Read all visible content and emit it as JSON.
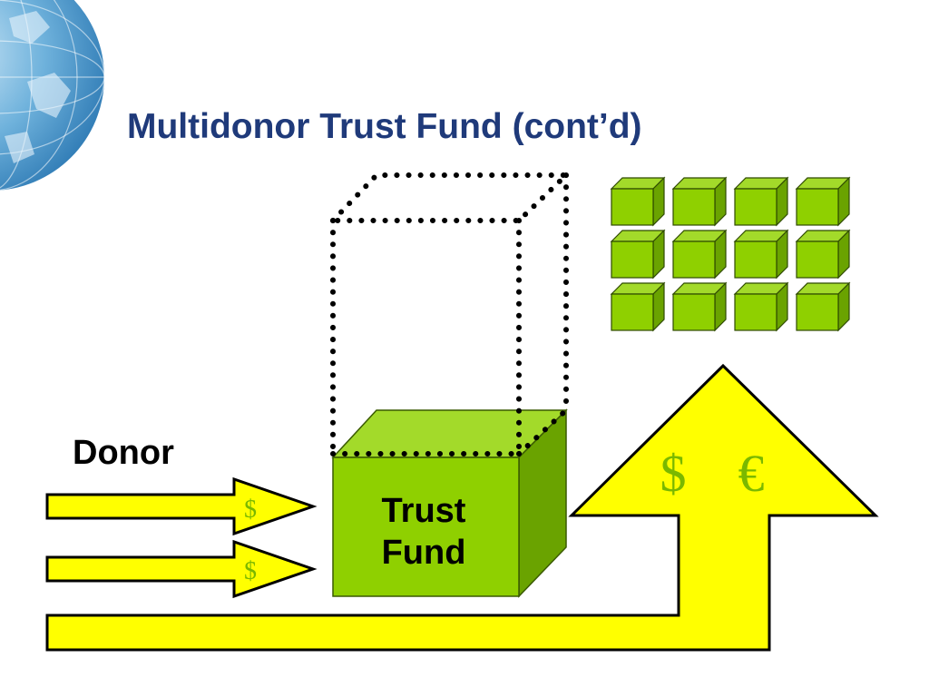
{
  "slide": {
    "title": "Multidonor Trust Fund (cont’d)",
    "donor_label": "Donor",
    "box_label_line1": "Trust",
    "box_label_line2": "Fund",
    "arrow_currency_1": "$",
    "arrow_currency_2": "$",
    "big_arrow_dollar": "$",
    "big_arrow_euro": "€"
  },
  "colors": {
    "title": "#1f3a7a",
    "arrow_fill": "#ffff00",
    "box_front": "#8fd000",
    "box_top": "#a3da2a",
    "box_side": "#6aa300",
    "currency_green": "#7ab800",
    "globe_blue": "#3a8fc8"
  },
  "icons": [
    "globe-icon",
    "cube-icon"
  ],
  "grid": {
    "rows": 3,
    "cols": 4
  }
}
